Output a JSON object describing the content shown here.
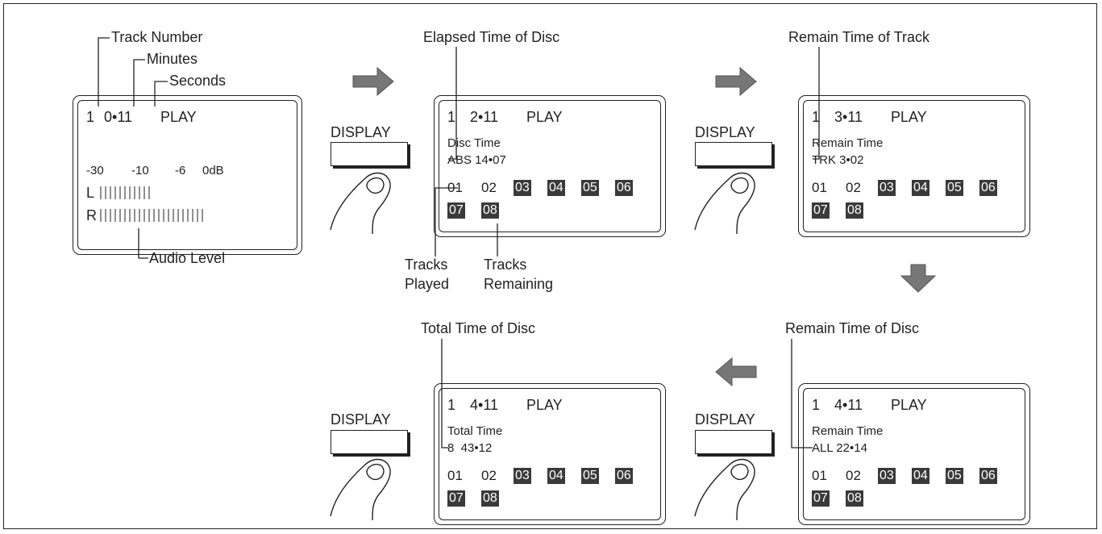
{
  "labels": {
    "track_number": "Track Number",
    "minutes": "Minutes",
    "seconds": "Seconds",
    "audio_level": "Audio Level",
    "elapsed_time_of_disc": "Elapsed Time of Disc",
    "remain_time_of_track": "Remain Time of Track",
    "remain_time_of_disc": "Remain Time of Disc",
    "total_time_of_disc": "Total Time of Disc",
    "tracks_played": "Tracks Played",
    "tracks_remaining": "Tracks Remaining"
  },
  "button_label": "DISPLAY",
  "level_meter": {
    "scale": [
      "-30",
      "-10",
      "-6",
      "0dB"
    ],
    "left": "L",
    "right": "R"
  },
  "tracks": {
    "played": [
      "01",
      "02"
    ],
    "remaining": [
      "03",
      "04",
      "05",
      "06",
      "07",
      "08"
    ]
  },
  "screens": {
    "initial": {
      "track": "1",
      "time": "0•11",
      "status": "PLAY"
    },
    "elapsed": {
      "track": "1",
      "time": "2•11",
      "status": "PLAY",
      "line1": "Disc Time",
      "line2": "ABS 14•07"
    },
    "remain_track": {
      "track": "1",
      "time": "3•11",
      "status": "PLAY",
      "line1": "Remain Time",
      "line2": "TRK 3•02"
    },
    "remain_disc": {
      "track": "1",
      "time": "4•11",
      "status": "PLAY",
      "line1": "Remain Time",
      "line2": "ALL 22•14"
    },
    "total": {
      "track": "1",
      "time": "4•11",
      "status": "PLAY",
      "line1": "Total Time",
      "line2": "8  43•12"
    }
  },
  "colors": {
    "ink": "#222222",
    "highlight": "#3a3a3a",
    "arrow": "#777777"
  }
}
